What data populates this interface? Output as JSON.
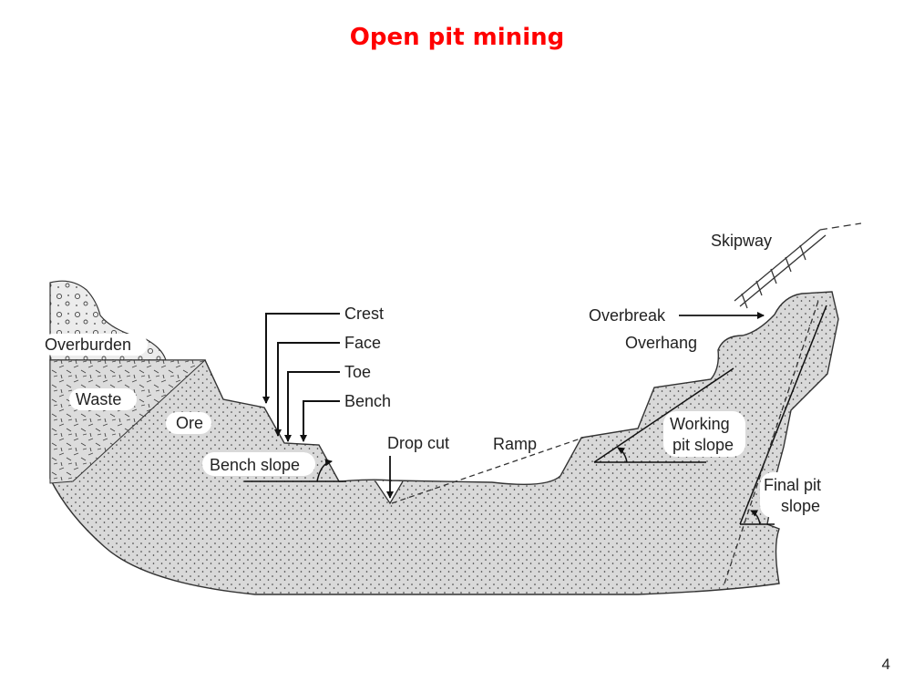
{
  "slide": {
    "title": "Open pit mining",
    "page_number": "4",
    "colors": {
      "title": "#ff0000",
      "ground": "#d9d9d9",
      "ink": "#222222"
    }
  },
  "diagram": {
    "labels": {
      "overburden": "Overburden",
      "waste": "Waste",
      "ore": "Ore",
      "crest": "Crest",
      "face": "Face",
      "toe": "Toe",
      "bench": "Bench",
      "bench_slope": "Bench slope",
      "drop_cut": "Drop cut",
      "ramp": "Ramp",
      "skipway": "Skipway",
      "overbreak": "Overbreak",
      "overhang": "Overhang",
      "working_pit_slope_1": "Working",
      "working_pit_slope_2": "pit slope",
      "final_pit_slope_1": "Final pit",
      "final_pit_slope_2": "slope"
    }
  }
}
